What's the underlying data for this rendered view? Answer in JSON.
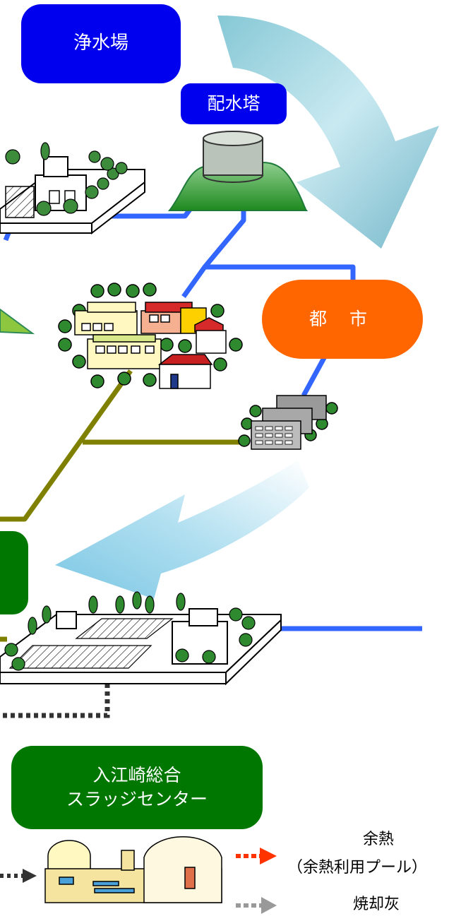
{
  "labels": {
    "water_purification_plant": "浄水場",
    "distribution_tower": "配水塔",
    "city": "都 市",
    "sludge_center_line1": "入江崎総合",
    "sludge_center_line2": "スラッジセンター"
  },
  "legend": {
    "waste_heat": "余熱",
    "waste_heat_use": "（余熱利用プール）",
    "incineration_ash": "焼却灰"
  },
  "colors": {
    "water_pipe": "#3366ff",
    "sewer_pipe": "#808000",
    "plant_label": "#0000ee",
    "city_label": "#ff6600",
    "sludge_label": "#007700",
    "waste_heat_arrow": "#ff3300",
    "ash_arrow": "#999999"
  }
}
